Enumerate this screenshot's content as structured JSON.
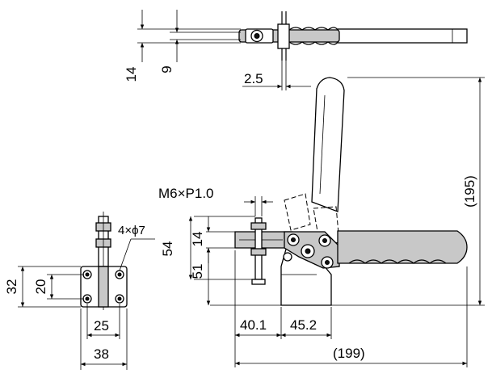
{
  "dimensions": {
    "top_14": "14",
    "top_9": "9",
    "top_2_5": "2.5",
    "thread": "M6×P1.0",
    "left_54": "54",
    "left_14": "14",
    "left_51": "51",
    "bottom_40_1": "40.1",
    "bottom_45_2": "45.2",
    "overall_199": "(199)",
    "height_195": "(195)",
    "base_32": "32",
    "base_20": "20",
    "base_25": "25",
    "base_38": "38",
    "holes": "4×ϕ7"
  }
}
